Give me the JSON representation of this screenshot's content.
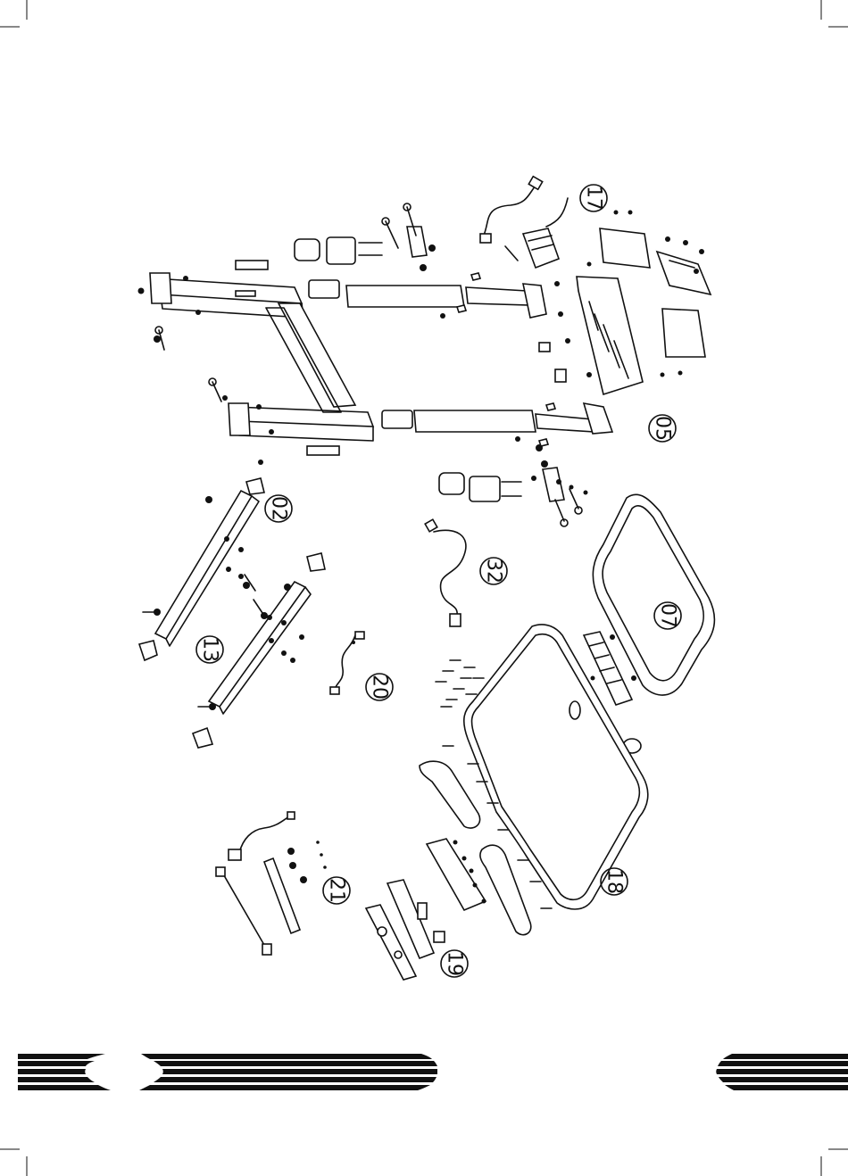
{
  "diagram": {
    "part_labels": [
      {
        "id": "p17",
        "text": "17"
      },
      {
        "id": "p05",
        "text": "05"
      },
      {
        "id": "p02",
        "text": "02"
      },
      {
        "id": "p32",
        "text": "32"
      },
      {
        "id": "p07",
        "text": "07"
      },
      {
        "id": "p13",
        "text": "13"
      },
      {
        "id": "p20",
        "text": "20"
      },
      {
        "id": "p18",
        "text": "18"
      },
      {
        "id": "p21",
        "text": "21"
      },
      {
        "id": "p19",
        "text": "19"
      }
    ]
  }
}
